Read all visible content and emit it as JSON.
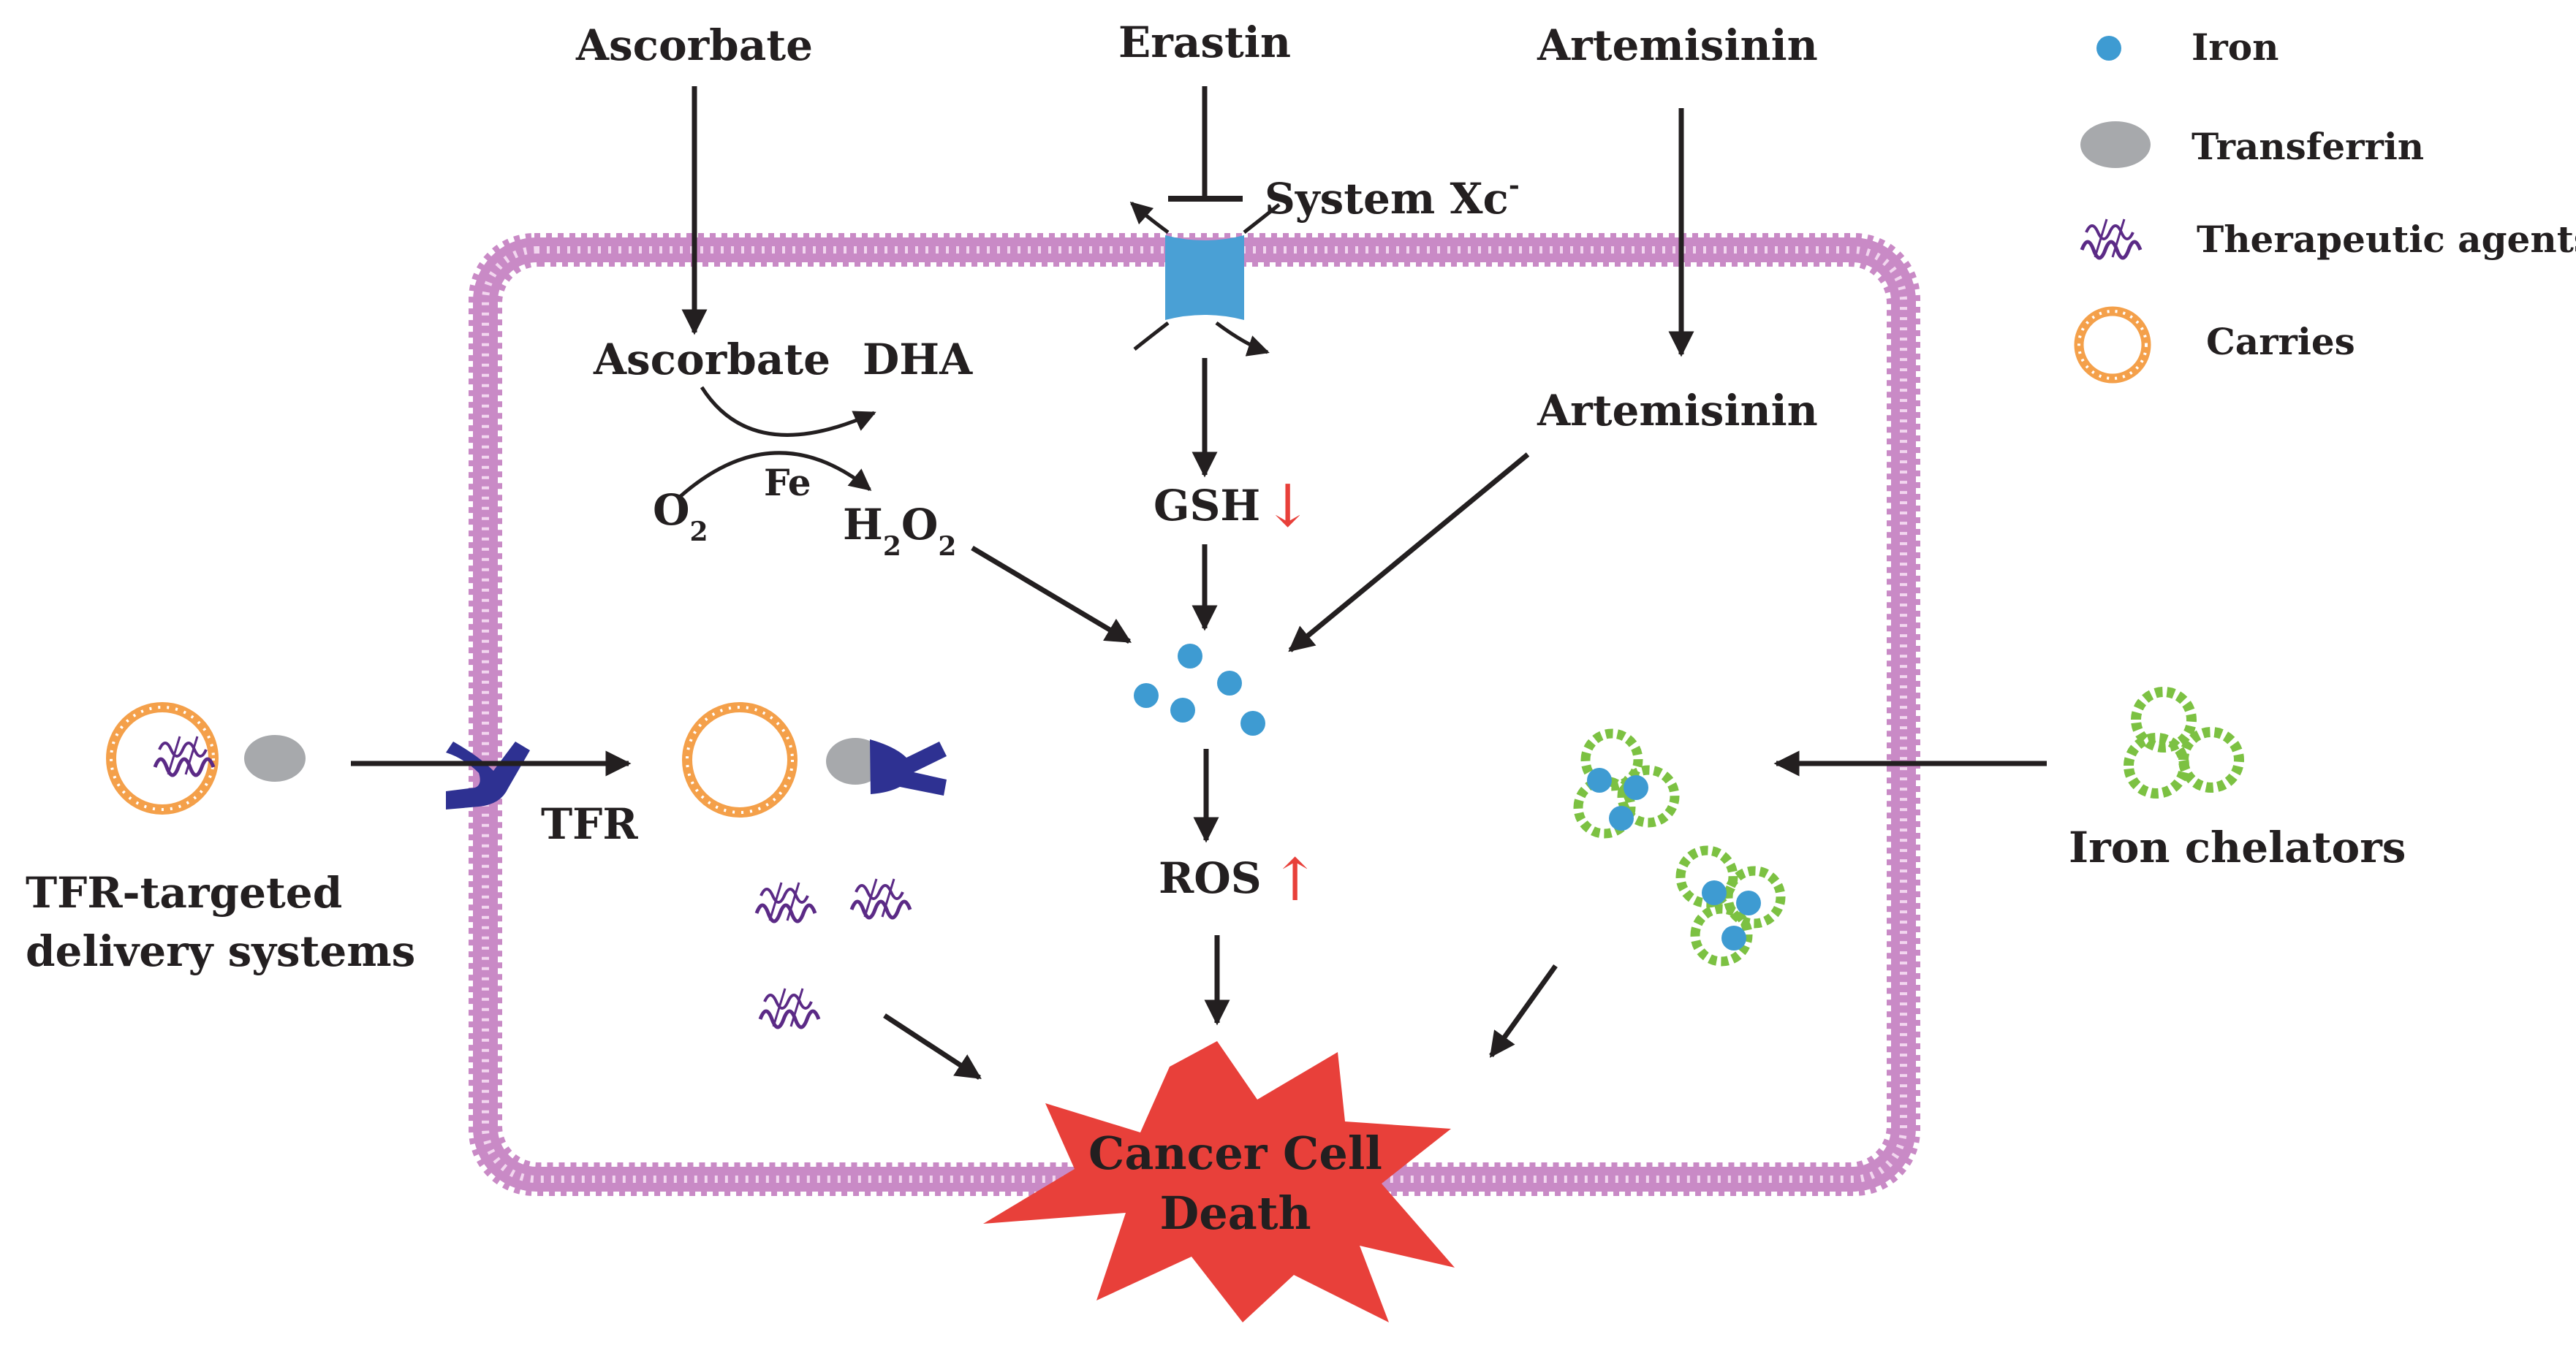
{
  "drugs": {
    "ascorbate_top": "Ascorbate",
    "erastin": "Erastin",
    "artemisinin_top": "Artemisinin"
  },
  "inside": {
    "ascorbate": "Ascorbate",
    "dha": "DHA",
    "o2": "O",
    "o2_sub": "2",
    "fe": "Fe",
    "h2o2_h": "H",
    "h2o2_sub1": "2",
    "h2o2_o": "O",
    "h2o2_sub2": "2",
    "system_xc": "System Xc",
    "system_xc_sup": "-",
    "gsh": "GSH",
    "gsh_arrow": "↓",
    "artemisinin": "Artemisinin",
    "ros": "ROS",
    "ros_arrow": "↑",
    "tfr": "TFR",
    "death_line1": "Cancer Cell",
    "death_line2": "Death"
  },
  "outside": {
    "tfr_delivery_line1": "TFR-targeted",
    "tfr_delivery_line2": "delivery systems",
    "iron_chelators": "Iron chelators"
  },
  "legend": {
    "items": [
      {
        "label": "Iron",
        "icon": "iron-dot-icon"
      },
      {
        "label": "Transferrin",
        "icon": "transferrin-ellipse-icon"
      },
      {
        "label": "Therapeutic agents",
        "icon": "therapeutic-squiggle-icon"
      },
      {
        "label": "Carries",
        "icon": "carrier-ring-icon"
      }
    ]
  },
  "colors": {
    "membrane": "#c98ac6",
    "iron": "#3e9bd2",
    "transferrin": "#a7a9ac",
    "therapeutic": "#5b2a86",
    "carrier": "#f4a04a",
    "receptor": "#2e3192",
    "chelator": "#7cc142",
    "transporter": "#4aa0d5",
    "death_star": "#e8403a",
    "trend_arrow": "#e8403a"
  }
}
